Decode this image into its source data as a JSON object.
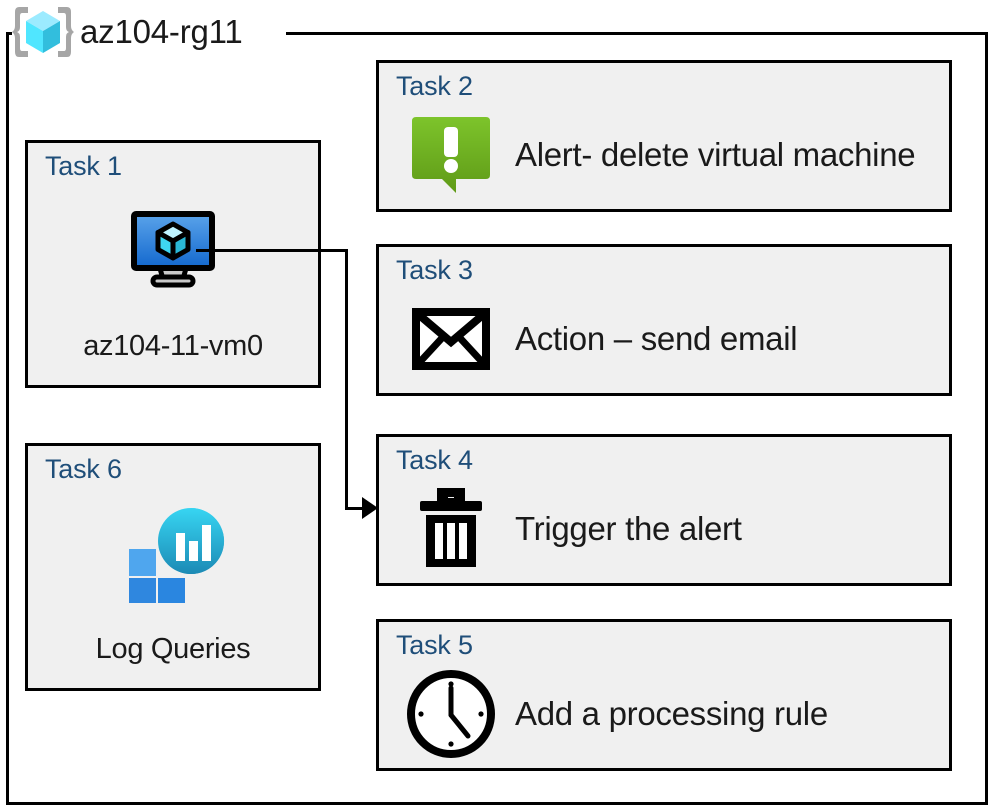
{
  "resource_group": {
    "icon": "azure-resource-group-icon",
    "name": "az104-rg11"
  },
  "cards": {
    "task1": {
      "label": "Task 1",
      "icon": "virtual-machine-icon",
      "caption": "az104-11-vm0"
    },
    "task6": {
      "label": "Task 6",
      "icon": "log-analytics-icon",
      "caption": "Log Queries"
    },
    "task2": {
      "label": "Task 2",
      "icon": "alert-bubble-icon",
      "text": "Alert- delete virtual machine"
    },
    "task3": {
      "label": "Task 3",
      "icon": "envelope-icon",
      "text": "Action – send email"
    },
    "task4": {
      "label": "Task 4",
      "icon": "trash-can-icon",
      "text": "Trigger the alert"
    },
    "task5": {
      "label": "Task 5",
      "icon": "clock-icon",
      "text": "Add a processing rule"
    }
  },
  "connector": {
    "from": "task1-vm-icon",
    "to": "task4-card",
    "arrow": "arrowhead-right-icon"
  },
  "colors": {
    "task_label": "#1F4E79",
    "card_fill": "#f0f0f0",
    "card_border": "#000000",
    "alert_green": "#76BC21",
    "vm_blue": "#1E88E5",
    "rg_cube_cyan": "#50E6FF",
    "log_cyan": "#32D4F5",
    "log_blue": "#2F87DF"
  }
}
